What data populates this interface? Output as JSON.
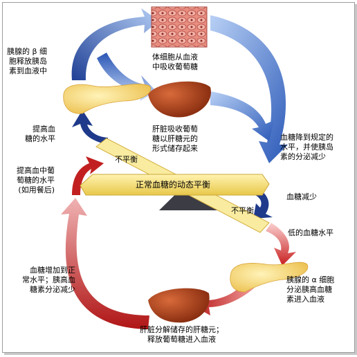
{
  "labels": {
    "beta_release": "胰腺的 β 细\n胞释放胰岛\n素到血液中",
    "cells_absorb": "体细胞从血液\n中吸收葡萄糖",
    "liver_store": "肝脏吸收葡萄\n糖以肝糖元的\n形式储存起来",
    "raise_level": "提高血\n糖的水平",
    "drop_normal": "血糖降到规定的\n水平，并使胰岛\n素的分泌减少",
    "imbalance_top": "不平衡",
    "raise_meal": "提高血中葡\n萄糖的水平\n(如用餐后)",
    "balance": "正常血糖的动态平衡",
    "decrease": "血糖减少",
    "imbalance_bottom": "不平衡",
    "low_level": "低的血糖水平",
    "rise_normal": "血糖增加到正\n常水平；胰高血\n糖素分泌减少",
    "alpha_release": "胰腺的 α 细胞\n分泌胰高血糖\n素进入血液",
    "liver_release": "肝脏分解储存的肝糖元；\n释放葡萄糖进入血液"
  },
  "colors": {
    "insulin_arrow": "#2f5fb0",
    "insulin_arrow_light": "#a9c6f5",
    "glucagon_arrow": "#c22020",
    "glucagon_arrow_light": "#f2a8a8",
    "seesaw": "#f7e07a",
    "pancreas": "#f3c85a",
    "liver": "#a63a18",
    "cells": "#d96a5c"
  }
}
